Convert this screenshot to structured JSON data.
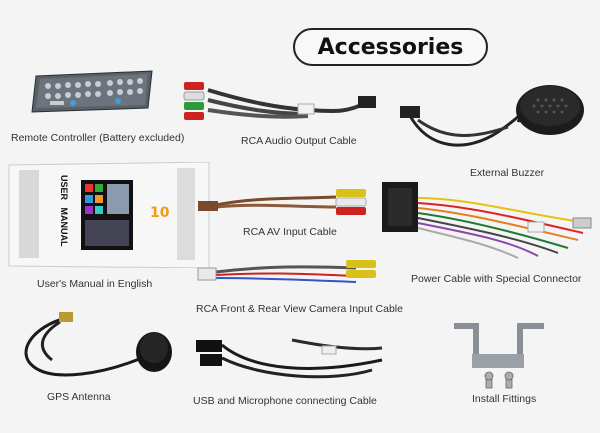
{
  "title": "Accessories",
  "items": [
    {
      "label": "Remote Controller (Battery excluded)"
    },
    {
      "label": "RCA Audio Output Cable"
    },
    {
      "label": "External Buzzer"
    },
    {
      "label": "User's Manual in English"
    },
    {
      "label": "RCA AV Input Cable"
    },
    {
      "label": "Power Cable with Special Connector"
    },
    {
      "label": "RCA Front & Rear View Camera Input Cable"
    },
    {
      "label": "GPS Antenna"
    },
    {
      "label": "USB and Microphone connecting Cable"
    },
    {
      "label": "Install Fittings"
    }
  ],
  "manual": {
    "cover_title_1": "USER",
    "cover_title_2": "MANUAL"
  }
}
